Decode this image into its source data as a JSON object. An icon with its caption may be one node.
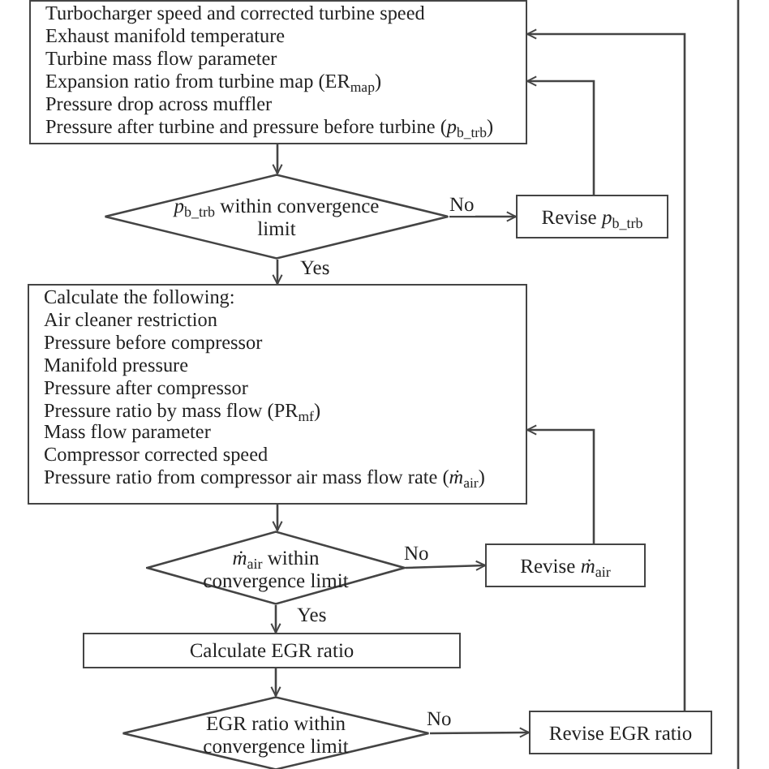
{
  "diagram": {
    "nodes": [
      {
        "text": [
          "Turbocharger speed and corrected turbine speed",
          "Exhaust manifold temperature",
          "Turbine mass flow parameter",
          "Expansion ratio from turbine map (ER$_{map}$)",
          "Pressure drop across muffler",
          "Pressure after turbine and pressure before turbine (*p*$_{b_trb}$)"
        ]
      },
      {
        "text": [
          "*p*$_{b_trb}$ within convergence limit"
        ]
      },
      {
        "text": [
          "Revise *p*$_{b_trb}$"
        ]
      },
      {
        "text": [
          "Calculate the following:",
          "Air cleaner restriction",
          "Pressure before compressor",
          "Manifold pressure",
          "Pressure after compressor",
          "Pressure ratio by mass flow (PR$_{mf}$)",
          "Mass flow parameter",
          "Compressor corrected speed",
          "Pressure ratio from compressor air mass flow rate (*ṁ*$_{air}$)"
        ]
      },
      {
        "text": [
          "*ṁ*$_{air}$ within convergence limit"
        ]
      },
      {
        "text": [
          "Revise *ṁ*$_{air}$"
        ]
      },
      {
        "text": [
          "Calculate EGR ratio"
        ]
      },
      {
        "text": [
          "EGR ratio within convergence limit"
        ]
      },
      {
        "text": [
          "Revise EGR ratio"
        ]
      }
    ],
    "edges": [
      {
        "from": 0,
        "to": 1,
        "arrow": "to"
      },
      {
        "from": 1,
        "to": 2,
        "arrow": "to",
        "label": "No"
      },
      {
        "from": 2,
        "to": 0,
        "arrow": "to"
      },
      {
        "from": 1,
        "to": 3,
        "arrow": "to",
        "label": "Yes"
      },
      {
        "from": 3,
        "to": 4,
        "arrow": "to"
      },
      {
        "from": 4,
        "to": 5,
        "arrow": "to",
        "label": "No"
      },
      {
        "from": 5,
        "to": 3,
        "arrow": "to"
      },
      {
        "from": 4,
        "to": 6,
        "arrow": "to",
        "label": "Yes"
      },
      {
        "from": 6,
        "to": 7,
        "arrow": "to"
      },
      {
        "from": 7,
        "to": 8,
        "arrow": "to",
        "label": "No"
      },
      {
        "from": 8,
        "to": 0,
        "arrow": "to"
      }
    ]
  }
}
